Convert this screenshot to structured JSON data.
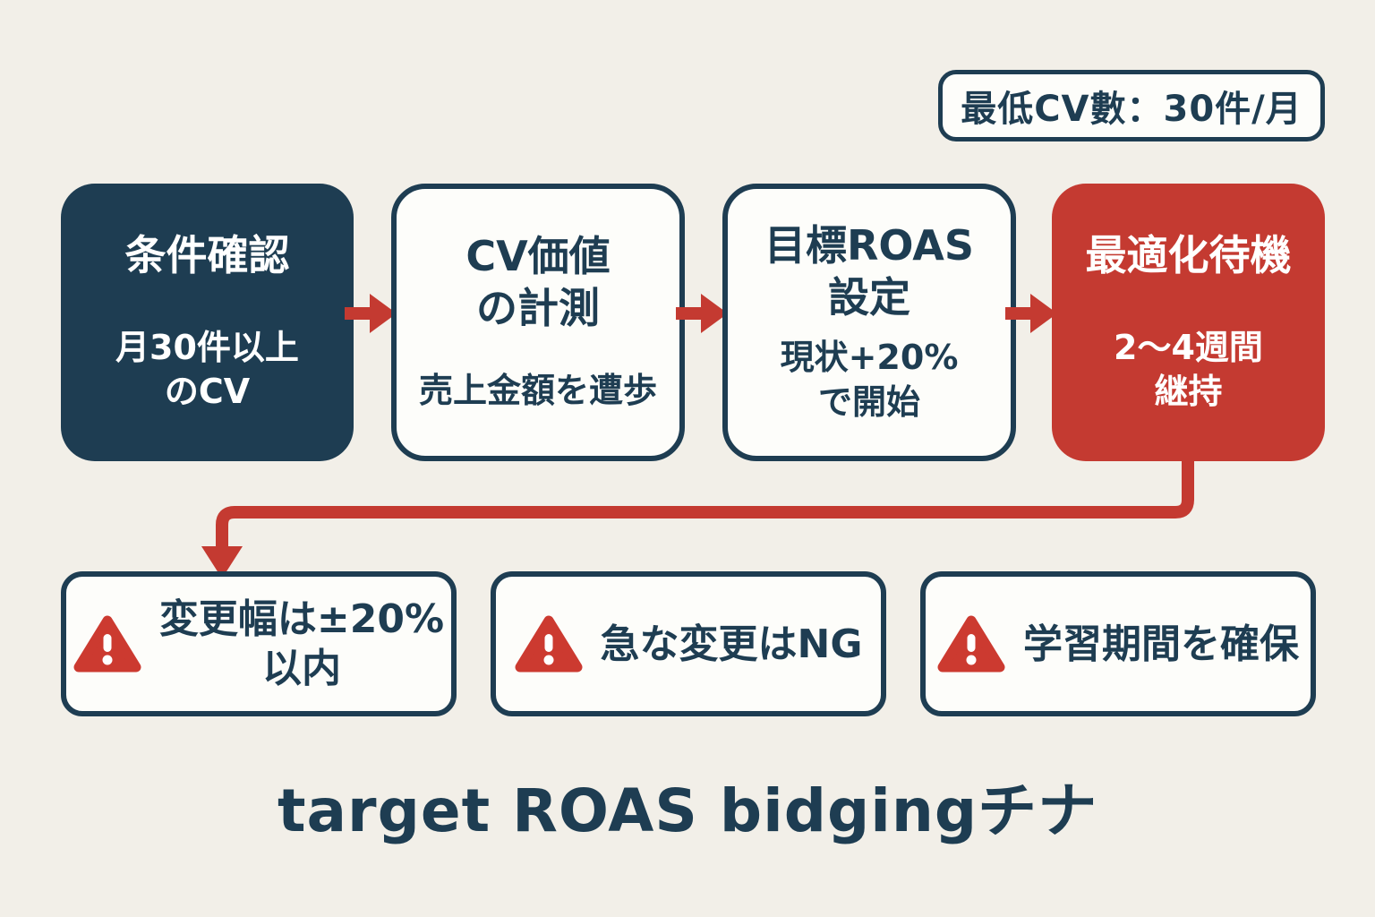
{
  "badge": {
    "text": "最低CV數：30件/月"
  },
  "flow": {
    "steps": [
      {
        "title": "条件確認",
        "body": "月30件以上\nのCV"
      },
      {
        "title": "CV価値\nの計測",
        "body": "売上金額を遭歩"
      },
      {
        "title": "目標ROAS\n設定",
        "body": "現状+20%\nで開始"
      },
      {
        "title": "最適化待機",
        "body": "2〜4週間\n継持"
      }
    ]
  },
  "warnings": [
    {
      "text": "変更幅は±20%\n以内"
    },
    {
      "text": "急な変更はNG"
    },
    {
      "text": "学習期間を確保"
    }
  ],
  "footer": {
    "title": "target ROAS bidgingチナ"
  },
  "colors": {
    "navy": "#1e3d52",
    "red": "#c43a31",
    "warning_red": "#cc3a30",
    "background": "#f2efe8",
    "card_fill": "#fdfdfa"
  }
}
